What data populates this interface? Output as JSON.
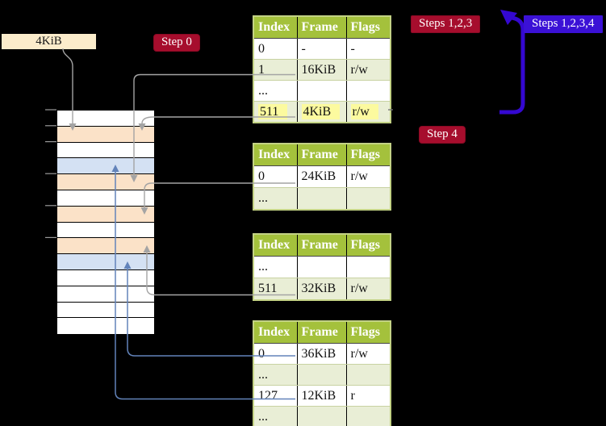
{
  "labels": {
    "page_size_label": "4KiB",
    "step0": "Step 0",
    "steps_123": "Steps 1,2,3",
    "steps_1234": "Steps 1,2,3,4",
    "step4": "Step 4"
  },
  "table_columns": [
    "Index",
    "Frame",
    "Flags"
  ],
  "page_tables": [
    {
      "rows": [
        [
          "0",
          "-",
          "-"
        ],
        [
          "1",
          "16KiB",
          "r/w"
        ],
        [
          "...",
          "",
          ""
        ],
        [
          "511",
          "4KiB",
          "r/w"
        ]
      ]
    },
    {
      "rows": [
        [
          "0",
          "24KiB",
          "r/w"
        ],
        [
          "...",
          "",
          ""
        ]
      ]
    },
    {
      "rows": [
        [
          "...",
          "",
          ""
        ],
        [
          "511",
          "32KiB",
          "r/w"
        ]
      ]
    },
    {
      "rows": [
        [
          "0",
          "36KiB",
          "r/w"
        ],
        [
          "...",
          "",
          ""
        ],
        [
          "127",
          "12KiB",
          "r"
        ],
        [
          "...",
          "",
          ""
        ]
      ]
    }
  ],
  "memory_strip": {
    "rows": [
      "free",
      "frame",
      "free",
      "page",
      "frame",
      "free",
      "frame",
      "free",
      "frame",
      "page",
      "free",
      "free",
      "free",
      "free"
    ]
  },
  "colors": {
    "background": "#000000",
    "table_header_bg": "#a4c13c",
    "table_alt_row_bg": "#e9eed6",
    "table_border": "#c3d285",
    "highlight_yellow": "#fcfa9f",
    "frame_row_peach": "#fbe2c8",
    "page_row_blue": "#d4e1f3",
    "label_bg_cream": "#fbeccb",
    "badge_red": "#a60d2d",
    "badge_blue": "#3b11d6",
    "connector_gray": "#a4a4a4",
    "connector_blue": "#6283ba",
    "loop_arrow_blue": "#3408d1"
  }
}
